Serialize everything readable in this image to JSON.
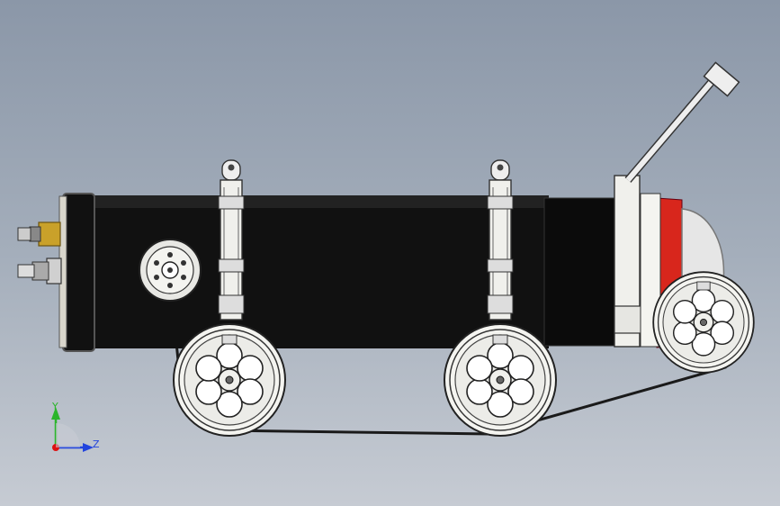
{
  "viewport": {
    "background_top": "#8b97a8",
    "background_bottom": "#c6cbd3"
  },
  "model": {
    "hull_color": "#111111",
    "band_color": "#e8e8e4",
    "cap_color": "#d8261c",
    "dome_color": "#e6e6e6",
    "wheel_count": 3,
    "sprocket_count": 1,
    "connector_count": 2
  },
  "triad": {
    "y_label": "Y",
    "z_label": "Z",
    "y_color": "#2bb52b",
    "z_color": "#2244dd",
    "x_color": "#dd1111"
  }
}
